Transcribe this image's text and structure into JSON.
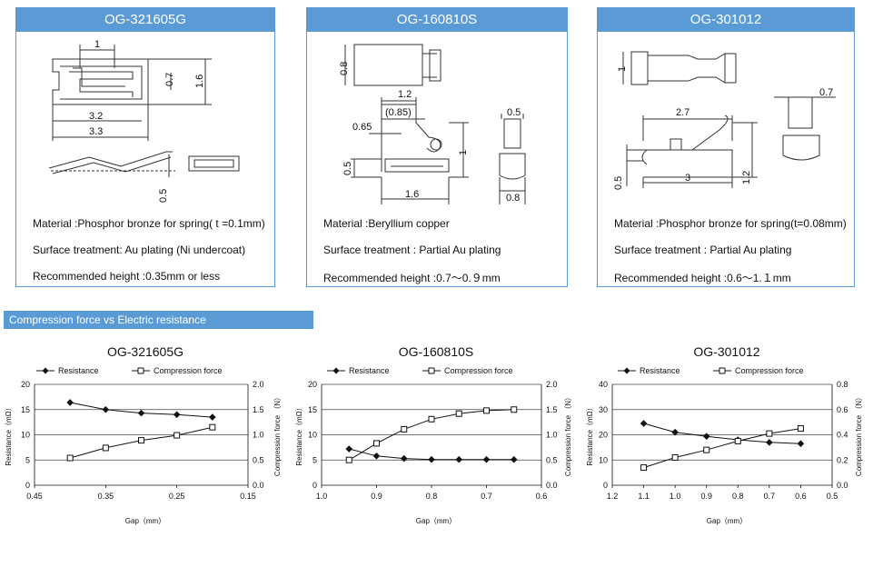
{
  "products": [
    {
      "title": "OG-321605G",
      "dims": [
        "1",
        "0.7",
        "1.6",
        "3.2",
        "3.3",
        "0.5"
      ],
      "material": "Material :Phosphor bronze for spring( t =0.1mm)",
      "surface": "Surface treatment: Au plating (Ni undercoat)",
      "height": "Recommended height :0.35mm or less"
    },
    {
      "title": "OG-160810S",
      "dims": [
        "0.8",
        "1.2",
        "(0.85)",
        "0.65",
        "0.5",
        "1",
        "1.6",
        "0.5",
        "0.8"
      ],
      "material": "Material :Beryllium copper",
      "surface": "Surface treatment : Partial Au plating",
      "height": "Recommended height :0.7〜0.９mm"
    },
    {
      "title": "OG-301012",
      "dims": [
        "1",
        "2.7",
        "0.7",
        "0.5",
        "3",
        "1.2"
      ],
      "material": "Material :Phosphor bronze for spring(t=0.08mm)",
      "surface": "Surface treatment : Partial Au plating",
      "height": "Recommended height :0.6〜1.１mm"
    }
  ],
  "section_title": "Compression force vs Electric resistance",
  "chart_data": [
    {
      "type": "line",
      "title": "OG-321605G",
      "xlabel": "Gap（mm）",
      "ylabel_left": "Resistance（mΩ）",
      "ylabel_right": "Compression force （N）",
      "x_ticks": [
        "0.45",
        "0.35",
        "0.25",
        "0.15"
      ],
      "y_ticks_left": [
        "0",
        "5",
        "10",
        "15",
        "20"
      ],
      "y_ticks_right": [
        "0.0",
        "0.5",
        "1.0",
        "1.5",
        "2.0"
      ],
      "xlim": [
        0.45,
        0.15
      ],
      "ylim_left": [
        0,
        20
      ],
      "ylim_right": [
        0,
        2.0
      ],
      "grid": true,
      "legend": "top",
      "series": [
        {
          "name": "Resistance",
          "axis": "left",
          "marker": "diamond",
          "x": [
            0.4,
            0.35,
            0.3,
            0.25,
            0.2
          ],
          "y": [
            16.4,
            15.0,
            14.3,
            14.0,
            13.5
          ]
        },
        {
          "name": "Compression force",
          "axis": "right",
          "marker": "square",
          "x": [
            0.4,
            0.35,
            0.3,
            0.25,
            0.2
          ],
          "y": [
            0.54,
            0.74,
            0.89,
            0.99,
            1.15
          ]
        }
      ]
    },
    {
      "type": "line",
      "title": "OG-160810S",
      "xlabel": "Gap（mm）",
      "ylabel_left": "Resistance（mΩ）",
      "ylabel_right": "Compression force （N）",
      "x_ticks": [
        "1.0",
        "0.9",
        "0.8",
        "0.7",
        "0.6"
      ],
      "y_ticks_left": [
        "0",
        "5",
        "10",
        "15",
        "20"
      ],
      "y_ticks_right": [
        "0.0",
        "0.5",
        "1.0",
        "1.5",
        "2.0"
      ],
      "xlim": [
        1.0,
        0.6
      ],
      "ylim_left": [
        0,
        20
      ],
      "ylim_right": [
        0,
        2.0
      ],
      "grid": true,
      "legend": "top",
      "series": [
        {
          "name": "Resistance",
          "axis": "left",
          "marker": "diamond",
          "x": [
            0.95,
            0.9,
            0.85,
            0.8,
            0.75,
            0.7,
            0.65
          ],
          "y": [
            7.2,
            5.8,
            5.3,
            5.1,
            5.1,
            5.1,
            5.1
          ]
        },
        {
          "name": "Compression force",
          "axis": "right",
          "marker": "square",
          "x": [
            0.95,
            0.9,
            0.85,
            0.8,
            0.75,
            0.7,
            0.65
          ],
          "y": [
            0.5,
            0.83,
            1.11,
            1.31,
            1.42,
            1.48,
            1.5
          ]
        }
      ]
    },
    {
      "type": "line",
      "title": "OG-301012",
      "xlabel": "Gap（mm）",
      "ylabel_left": "Resistance（mΩ）",
      "ylabel_right": "Compression force （N）",
      "x_ticks": [
        "1.2",
        "1.1",
        "1.0",
        "0.9",
        "0.8",
        "0.7",
        "0.6",
        "0.5"
      ],
      "y_ticks_left": [
        "0",
        "10",
        "20",
        "30",
        "40"
      ],
      "y_ticks_right": [
        "0.0",
        "0.2",
        "0.4",
        "0.6",
        "0.8"
      ],
      "xlim": [
        1.2,
        0.5
      ],
      "ylim_left": [
        0,
        40
      ],
      "ylim_right": [
        0,
        0.8
      ],
      "grid": true,
      "legend": "top",
      "series": [
        {
          "name": "Resistance",
          "axis": "left",
          "marker": "diamond",
          "x": [
            1.1,
            1.0,
            0.9,
            0.8,
            0.7,
            0.6
          ],
          "y": [
            24.5,
            21.0,
            19.4,
            18.0,
            17.0,
            16.5
          ]
        },
        {
          "name": "Compression force",
          "axis": "right",
          "marker": "square",
          "x": [
            1.1,
            1.0,
            0.9,
            0.8,
            0.7,
            0.6
          ],
          "y": [
            0.14,
            0.22,
            0.28,
            0.35,
            0.41,
            0.45
          ]
        }
      ]
    }
  ]
}
